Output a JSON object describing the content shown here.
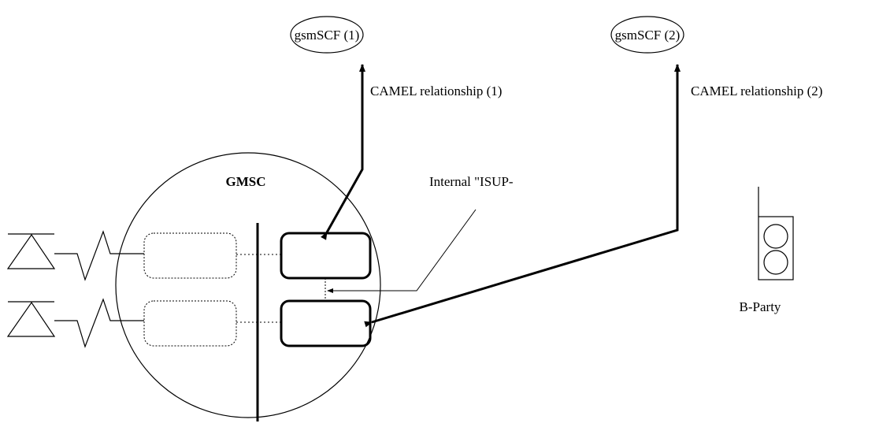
{
  "scf_nodes": [
    {
      "label": "gsmSCF (1)"
    },
    {
      "label": "gsmSCF (2)"
    }
  ],
  "relationships": [
    {
      "label": "CAMEL relationship (1)"
    },
    {
      "label": "CAMEL relationship (2)"
    }
  ],
  "gmsc": {
    "label": "GMSC"
  },
  "internal_link": {
    "label": "Internal \"ISUP-"
  },
  "b_party": {
    "label": "B-Party"
  },
  "colors": {
    "stroke": "#000000",
    "background": "#ffffff"
  }
}
